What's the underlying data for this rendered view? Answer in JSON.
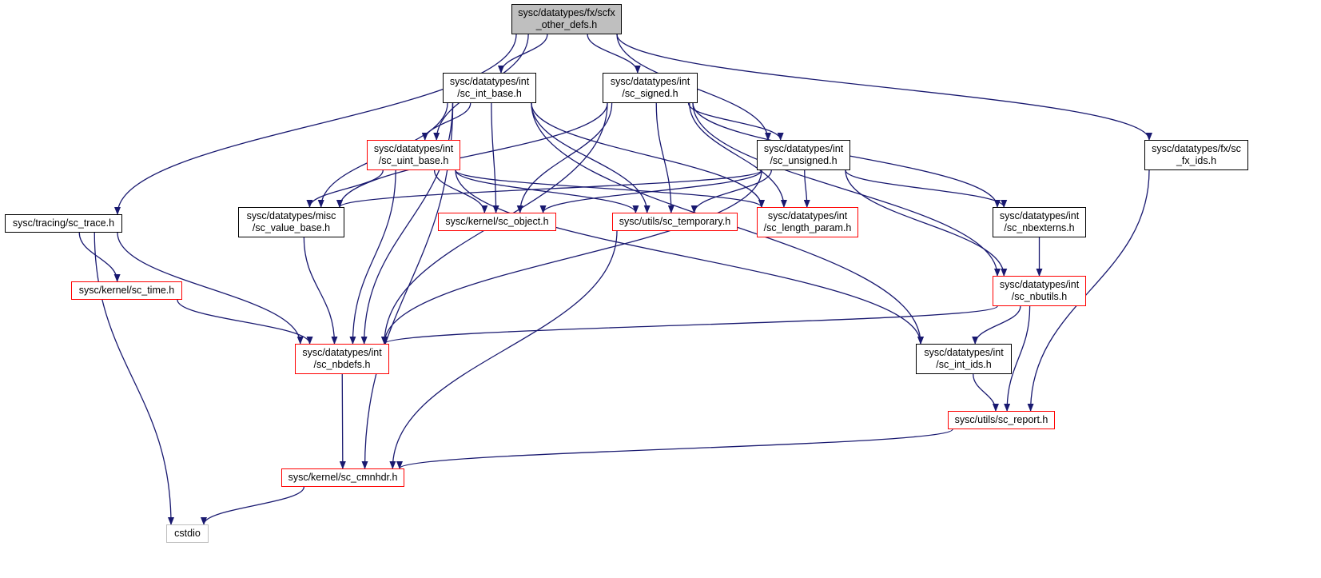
{
  "colors": {
    "edge": "#191970",
    "black_border": "#000000",
    "red_border": "#ff0000",
    "grey_border": "#bfbfbf",
    "root_fill": "#bfbfbf"
  },
  "nodes": {
    "root": {
      "line1": "sysc/datatypes/fx/scfx",
      "line2": "_other_defs.h",
      "style": "root"
    },
    "sc_int_base": {
      "line1": "sysc/datatypes/int",
      "line2": "/sc_int_base.h",
      "style": "black"
    },
    "sc_signed": {
      "line1": "sysc/datatypes/int",
      "line2": "/sc_signed.h",
      "style": "black"
    },
    "sc_fx_ids": {
      "line1": "sysc/datatypes/fx/sc",
      "line2": "_fx_ids.h",
      "style": "black"
    },
    "sc_uint_base": {
      "line1": "sysc/datatypes/int",
      "line2": "/sc_uint_base.h",
      "style": "red"
    },
    "sc_unsigned": {
      "line1": "sysc/datatypes/int",
      "line2": "/sc_unsigned.h",
      "style": "black"
    },
    "sc_trace": {
      "line1": "sysc/tracing/sc_trace.h",
      "line2": "",
      "style": "black"
    },
    "sc_value_base": {
      "line1": "sysc/datatypes/misc",
      "line2": "/sc_value_base.h",
      "style": "black"
    },
    "sc_object": {
      "line1": "sysc/kernel/sc_object.h",
      "line2": "",
      "style": "red"
    },
    "sc_temporary": {
      "line1": "sysc/utils/sc_temporary.h",
      "line2": "",
      "style": "red"
    },
    "sc_length_param": {
      "line1": "sysc/datatypes/int",
      "line2": "/sc_length_param.h",
      "style": "red"
    },
    "sc_nbexterns": {
      "line1": "sysc/datatypes/int",
      "line2": "/sc_nbexterns.h",
      "style": "black"
    },
    "sc_time": {
      "line1": "sysc/kernel/sc_time.h",
      "line2": "",
      "style": "red"
    },
    "sc_nbutils": {
      "line1": "sysc/datatypes/int",
      "line2": "/sc_nbutils.h",
      "style": "red"
    },
    "sc_nbdefs": {
      "line1": "sysc/datatypes/int",
      "line2": "/sc_nbdefs.h",
      "style": "red"
    },
    "sc_int_ids": {
      "line1": "sysc/datatypes/int",
      "line2": "/sc_int_ids.h",
      "style": "black"
    },
    "sc_report": {
      "line1": "sysc/utils/sc_report.h",
      "line2": "",
      "style": "red"
    },
    "sc_cmnhdr": {
      "line1": "sysc/kernel/sc_cmnhdr.h",
      "line2": "",
      "style": "red"
    },
    "cstdio": {
      "line1": "cstdio",
      "line2": "",
      "style": "grey"
    }
  },
  "edges": [
    [
      "root",
      "sc_int_base"
    ],
    [
      "root",
      "sc_signed"
    ],
    [
      "root",
      "sc_uint_base"
    ],
    [
      "root",
      "sc_unsigned"
    ],
    [
      "root",
      "sc_fx_ids"
    ],
    [
      "root",
      "sc_trace"
    ],
    [
      "sc_int_base",
      "sc_uint_base"
    ],
    [
      "sc_int_base",
      "sc_value_base"
    ],
    [
      "sc_int_base",
      "sc_object"
    ],
    [
      "sc_int_base",
      "sc_temporary"
    ],
    [
      "sc_int_base",
      "sc_length_param"
    ],
    [
      "sc_int_base",
      "sc_nbdefs"
    ],
    [
      "sc_int_base",
      "sc_int_ids"
    ],
    [
      "sc_int_base",
      "sc_cmnhdr"
    ],
    [
      "sc_signed",
      "sc_unsigned"
    ],
    [
      "sc_signed",
      "sc_value_base"
    ],
    [
      "sc_signed",
      "sc_object"
    ],
    [
      "sc_signed",
      "sc_temporary"
    ],
    [
      "sc_signed",
      "sc_length_param"
    ],
    [
      "sc_signed",
      "sc_nbdefs"
    ],
    [
      "sc_signed",
      "sc_nbexterns"
    ],
    [
      "sc_signed",
      "sc_nbutils"
    ],
    [
      "sc_uint_base",
      "sc_value_base"
    ],
    [
      "sc_uint_base",
      "sc_object"
    ],
    [
      "sc_uint_base",
      "sc_temporary"
    ],
    [
      "sc_uint_base",
      "sc_length_param"
    ],
    [
      "sc_uint_base",
      "sc_nbdefs"
    ],
    [
      "sc_uint_base",
      "sc_int_ids"
    ],
    [
      "sc_unsigned",
      "sc_value_base"
    ],
    [
      "sc_unsigned",
      "sc_object"
    ],
    [
      "sc_unsigned",
      "sc_temporary"
    ],
    [
      "sc_unsigned",
      "sc_length_param"
    ],
    [
      "sc_unsigned",
      "sc_nbexterns"
    ],
    [
      "sc_unsigned",
      "sc_nbutils"
    ],
    [
      "sc_unsigned",
      "sc_nbdefs"
    ],
    [
      "sc_fx_ids",
      "sc_report"
    ],
    [
      "sc_trace",
      "sc_time"
    ],
    [
      "sc_trace",
      "sc_nbdefs"
    ],
    [
      "sc_trace",
      "cstdio"
    ],
    [
      "sc_time",
      "sc_nbdefs"
    ],
    [
      "sc_value_base",
      "sc_nbdefs"
    ],
    [
      "sc_temporary",
      "sc_cmnhdr"
    ],
    [
      "sc_nbexterns",
      "sc_nbutils"
    ],
    [
      "sc_nbutils",
      "sc_nbdefs"
    ],
    [
      "sc_nbutils",
      "sc_int_ids"
    ],
    [
      "sc_nbutils",
      "sc_report"
    ],
    [
      "sc_nbdefs",
      "sc_cmnhdr"
    ],
    [
      "sc_int_ids",
      "sc_report"
    ],
    [
      "sc_report",
      "sc_cmnhdr"
    ],
    [
      "sc_cmnhdr",
      "cstdio"
    ]
  ]
}
